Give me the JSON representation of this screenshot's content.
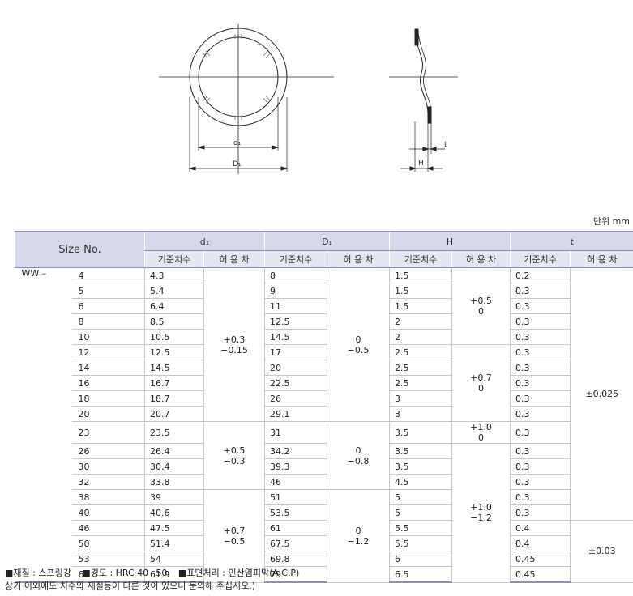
{
  "drawing": {
    "label_d1": "d₁",
    "label_D1": "D₁",
    "label_t": "t",
    "label_H": "H"
  },
  "unit": "단위 mm",
  "table": {
    "size_header": "Size No.",
    "col_d1": "d₁",
    "col_D1": "D₁",
    "col_H": "H",
    "col_t": "t",
    "nominal": "기준치수",
    "tolerance": "허 용 차",
    "prefix": "WW –",
    "sizes": [
      "4",
      "5",
      "6",
      "8",
      "10",
      "12",
      "14",
      "16",
      "18",
      "20",
      "23",
      "26",
      "30",
      "32",
      "38",
      "40",
      "46",
      "50",
      "53",
      "60"
    ],
    "d1": [
      "4.3",
      "5.4",
      "6.4",
      "8.5",
      "10.5",
      "12.5",
      "14.5",
      "16.7",
      "18.7",
      "20.7",
      "23.5",
      "26.4",
      "30.4",
      "33.8",
      "39",
      "40.6",
      "47.5",
      "51.4",
      "54",
      "61.9"
    ],
    "D1": [
      "8",
      "9",
      "11",
      "12.5",
      "14.5",
      "17",
      "20",
      "22.5",
      "26",
      "29.1",
      "31",
      "34.2",
      "39.3",
      "46",
      "51",
      "53.5",
      "61",
      "67.5",
      "69.8",
      "79"
    ],
    "H": [
      "1.5",
      "1.5",
      "1.5",
      "2",
      "2",
      "2.5",
      "2.5",
      "2.5",
      "3",
      "3",
      "3.5",
      "3.5",
      "3.5",
      "4.5",
      "5",
      "5",
      "5.5",
      "5.5",
      "6",
      "6.5"
    ],
    "t": [
      "0.2",
      "0.3",
      "0.3",
      "0.3",
      "0.3",
      "0.3",
      "0.3",
      "0.3",
      "0.3",
      "0.3",
      "0.3",
      "0.3",
      "0.3",
      "0.3",
      "0.3",
      "0.3",
      "0.4",
      "0.4",
      "0.45",
      "0.45"
    ],
    "d1_tol": [
      {
        "plus": "+0.3",
        "minus": "−0.15"
      },
      {
        "plus": "+0.5",
        "minus": "−0.3"
      },
      {
        "plus": "+0.7",
        "minus": "−0.5"
      }
    ],
    "D1_tol": [
      {
        "plus": "0",
        "minus": "−0.5"
      },
      {
        "plus": "0",
        "minus": "−0.8"
      },
      {
        "plus": "0",
        "minus": "−1.2"
      }
    ],
    "H_tol": [
      {
        "plus": "+0.5",
        "minus": "0"
      },
      {
        "plus": "+0.7",
        "minus": "0"
      },
      {
        "plus": "+1.0",
        "minus": "0"
      },
      {
        "plus": "+1.0",
        "minus": "−1.2"
      }
    ],
    "t_tol": [
      "±0.025",
      "±0.03"
    ]
  },
  "notes": {
    "material": "■재질 : 스프링강",
    "hardness": "■경도 : HRC 40−50",
    "surface": "■표면처리 : 인산염피막(A.C.P)",
    "remark": "상기 이외에도 치수와 재질등이 다른 것이 있으니 문의해 주십시오.)"
  }
}
